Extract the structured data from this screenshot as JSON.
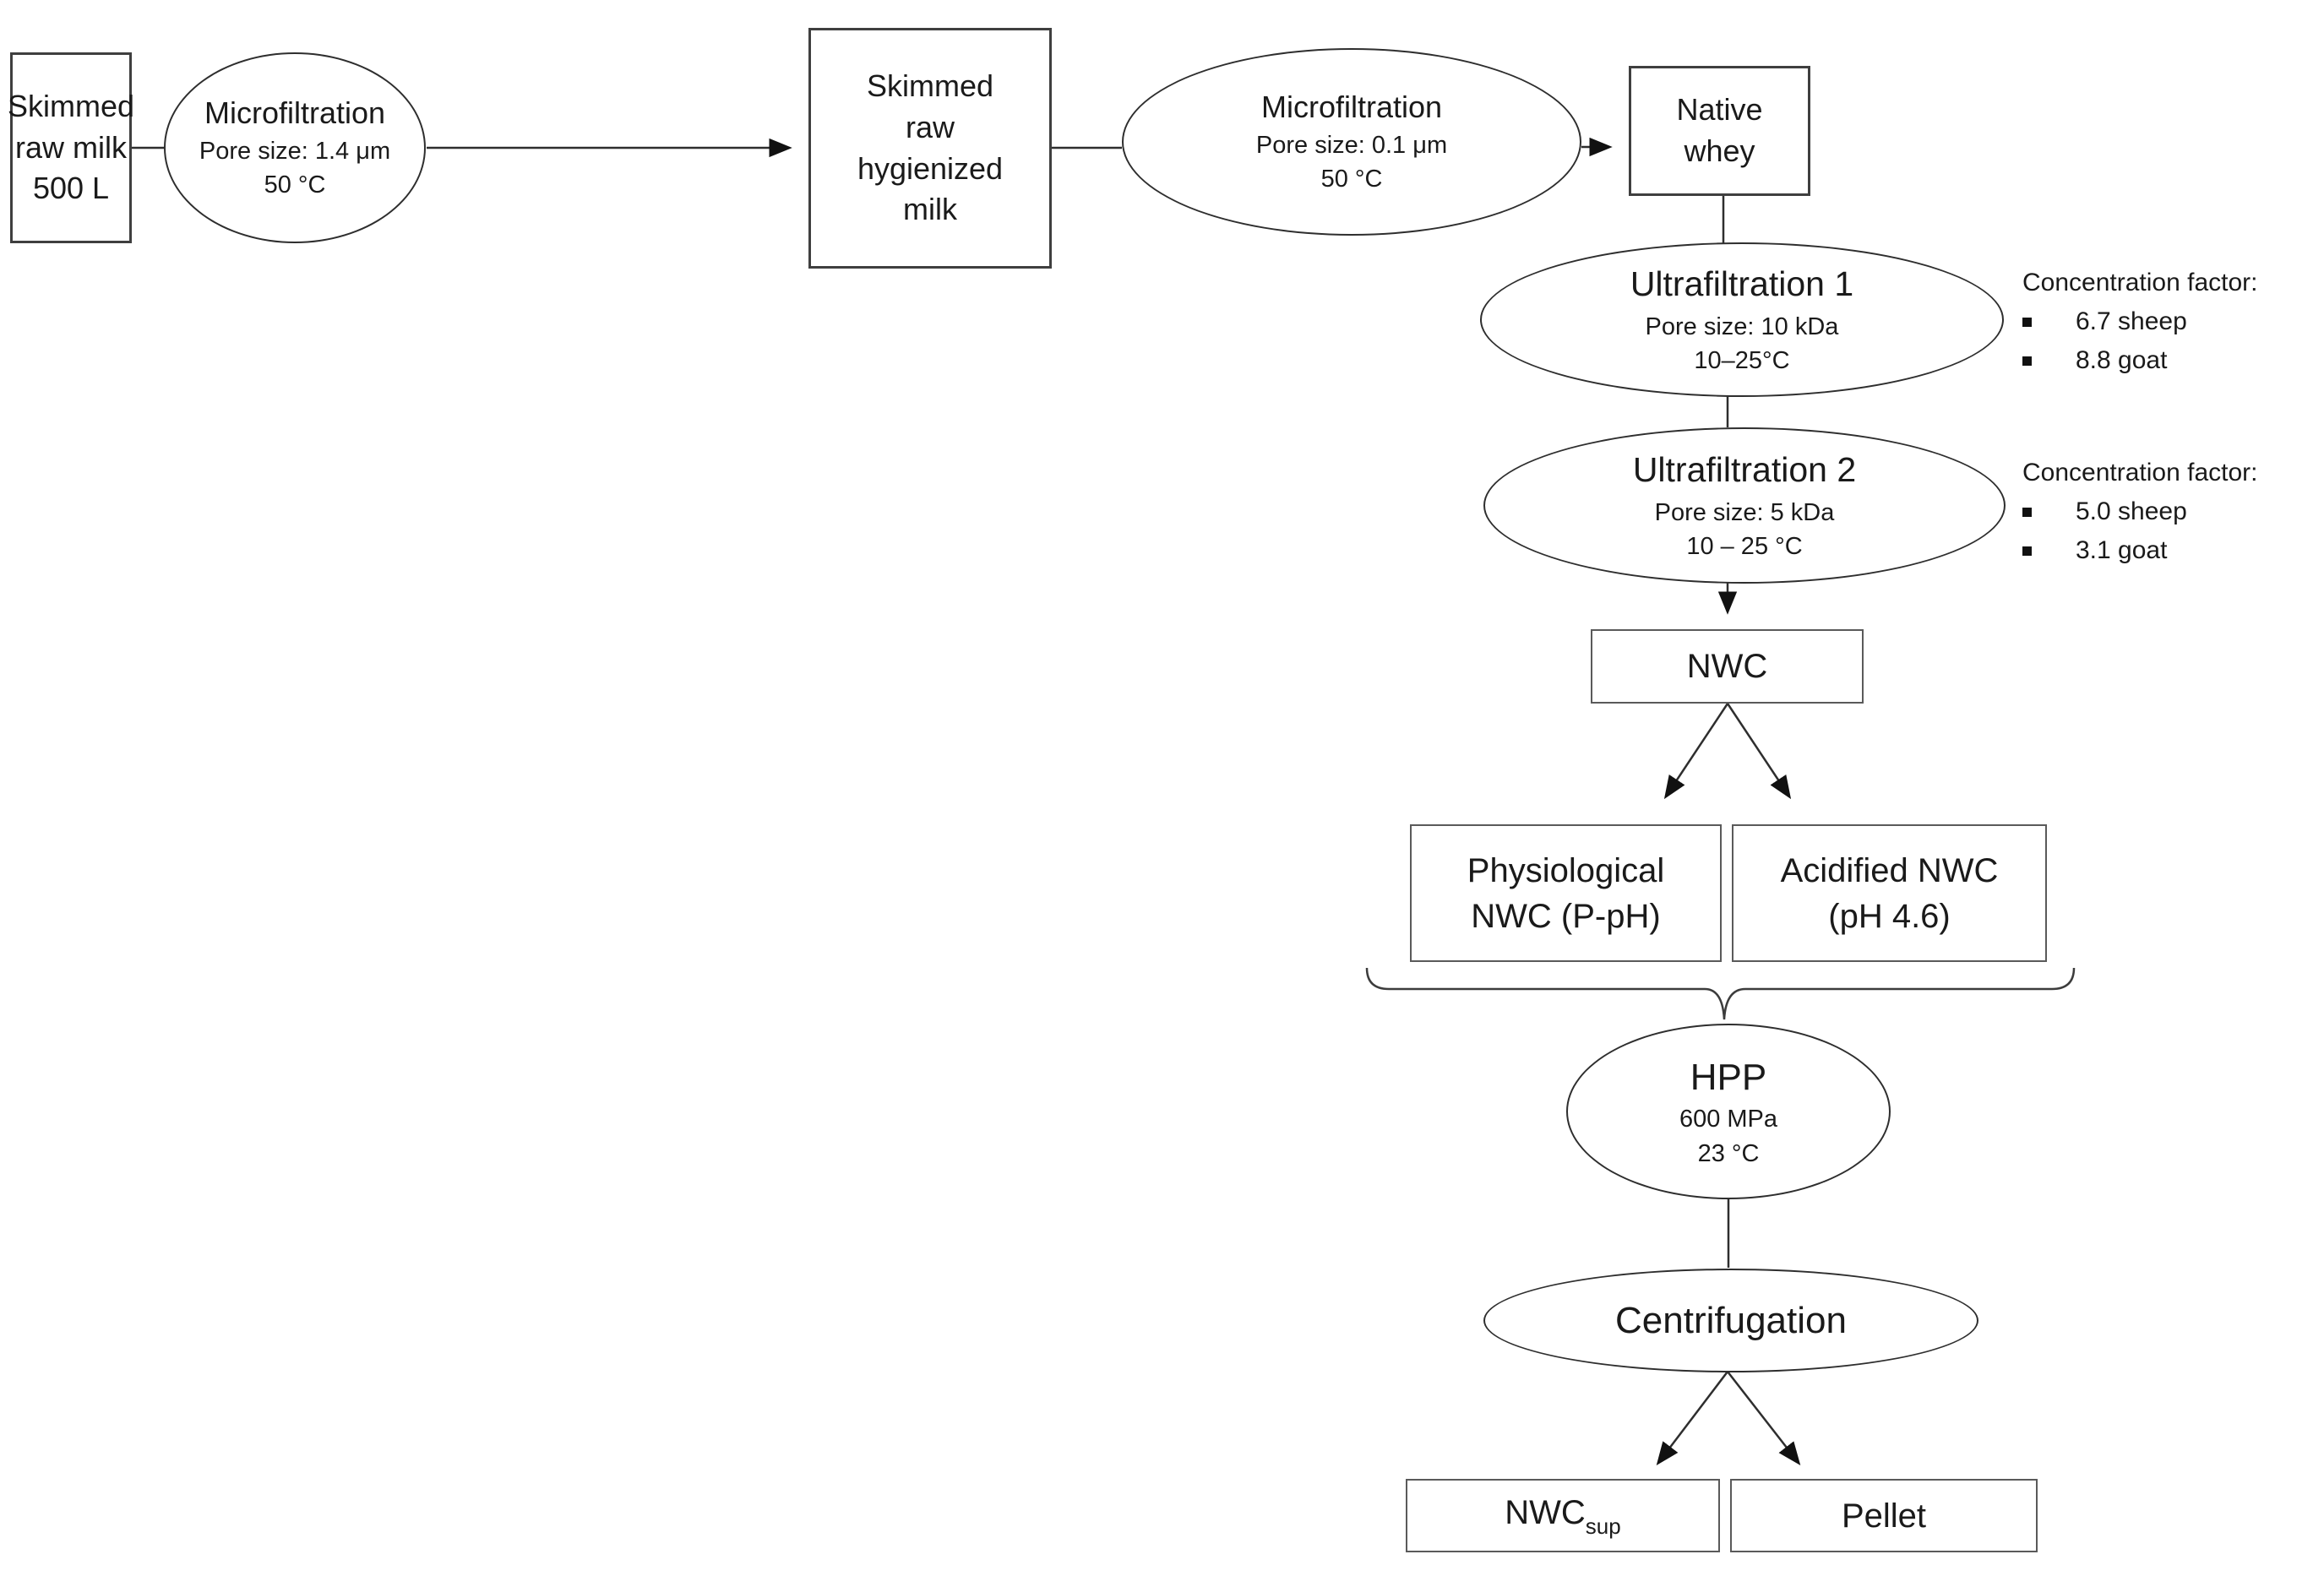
{
  "figure": {
    "background_color": "#ffffff",
    "line_color": "#2e2e2e"
  },
  "nodes": {
    "skimmed_raw_milk": {
      "lines": [
        "Skimmed",
        "raw milk",
        "500 L"
      ]
    },
    "microfiltration_1": {
      "title": "Microfiltration",
      "details": [
        "Pore size: 1.4 μm",
        "50 °C"
      ]
    },
    "skimmed_raw_hygienized_milk": {
      "lines": [
        "Skimmed",
        "raw",
        "hygienized",
        "milk"
      ]
    },
    "microfiltration_2": {
      "title": "Microfiltration",
      "details": [
        "Pore size: 0.1 μm",
        "50 °C"
      ]
    },
    "native_whey": {
      "lines": [
        "Native",
        "whey"
      ]
    },
    "ultrafiltration_1": {
      "title": "Ultrafiltration 1",
      "details": [
        "Pore size: 10 kDa",
        "10–25°C"
      ]
    },
    "ultrafiltration_2": {
      "title": "Ultrafiltration 2",
      "details": [
        "Pore size: 5 kDa",
        "10 – 25 °C"
      ]
    },
    "nwc": {
      "title": "NWC"
    },
    "physiological_nwc": {
      "lines": [
        "Physiological",
        "NWC (P-pH)"
      ]
    },
    "acidified_nwc": {
      "lines": [
        "Acidified NWC",
        "(pH 4.6)"
      ]
    },
    "hpp": {
      "title": "HPP",
      "details": [
        "600 MPa",
        "23 °C"
      ]
    },
    "centrifugation": {
      "title": "Centrifugation"
    },
    "nwc_sup": {
      "base": "NWC",
      "subscript": "sup"
    },
    "pellet": {
      "title": "Pellet"
    }
  },
  "annotations": {
    "uf1_note": {
      "header": "Concentration factor:",
      "items": [
        "6.7 sheep",
        "8.8 goat"
      ]
    },
    "uf2_note": {
      "header": "Concentration factor:",
      "items": [
        "5.0 sheep",
        "3.1 goat"
      ]
    }
  }
}
